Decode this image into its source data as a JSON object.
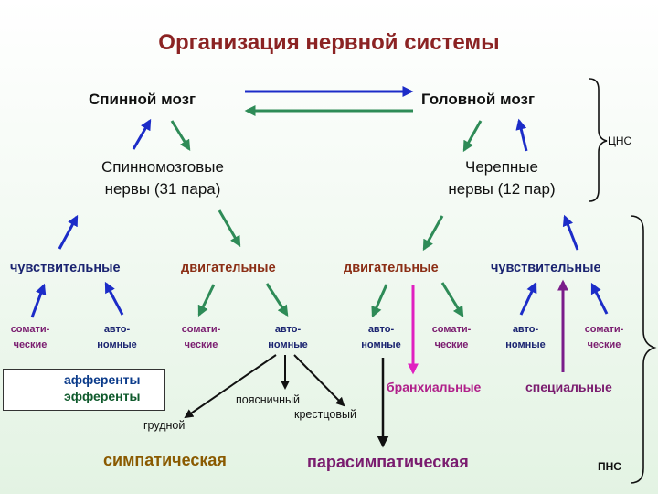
{
  "title": "Организация нервной системы",
  "spinal_cord": "Спинной мозг",
  "brain": "Головной мозг",
  "cns": "ЦНС",
  "pns": "ПНС",
  "spinal_nerves": {
    "line1": "Спинномозговые",
    "line2": "нервы (31 пара)"
  },
  "cranial_nerves": {
    "line1": "Черепные",
    "line2": "нервы (12 пар)"
  },
  "spinal": {
    "sensory": "чувствительные",
    "motor": "двигательные",
    "somatic": {
      "line1": "сомати-",
      "line2": "ческие"
    },
    "auto": {
      "line1": "авто-",
      "line2": "номные"
    },
    "motor_somatic": {
      "line1": "сомати-",
      "line2": "ческие"
    },
    "motor_auto": {
      "line1": "авто-",
      "line2": "номные"
    }
  },
  "cranial": {
    "motor": "двигательные",
    "sensory": "чувствительные",
    "motor_auto": {
      "line1": "авто-",
      "line2": "номные"
    },
    "motor_somatic": {
      "line1": "сомати-",
      "line2": "ческие"
    },
    "sens_auto": {
      "line1": "авто-",
      "line2": "номные"
    },
    "sens_somatic": {
      "line1": "сомати-",
      "line2": "ческие"
    }
  },
  "branchial": "бранхиальные",
  "special": "специальные",
  "thoracic": "грудной",
  "lumbar": "поясничный",
  "sacral": "крестцовый",
  "sympathetic": "симпатическая",
  "parasympathetic": "парасимпатическая",
  "legend": {
    "afferent": "афференты",
    "efferent": "эфференты"
  },
  "colors": {
    "afferent_arrow": "#1c2cc8",
    "efferent_arrow": "#2e8b57",
    "special_arrow": "#e020c0",
    "black_arrow": "#111111",
    "title": "#8b2323"
  }
}
